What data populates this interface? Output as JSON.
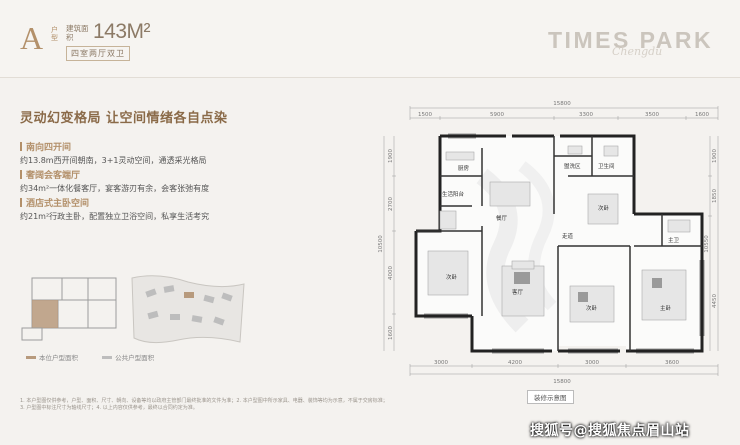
{
  "header": {
    "type_letter": "A",
    "type_sub": "户型",
    "area_label": "建筑面积",
    "area_value": "143M²",
    "layout": "四室两厅双卫",
    "brand": "TIMES PARK",
    "brand_script": "Chengdu"
  },
  "headline": "灵动幻变格局  让空间情绪各自点染",
  "features": [
    {
      "title": "南向四开间",
      "desc": "约13.8m西开间朝南，3+1灵动空间，通透采光格局"
    },
    {
      "title": "奢阔会客端厅",
      "desc": "约34m²一体化餐客厅，宴客游刃有余，会客张弛有度"
    },
    {
      "title": "酒店式主卧空间",
      "desc": "约21m²行政主卧，配置独立卫浴空间，私享生活考究"
    }
  ],
  "legend": {
    "a": "本位户型面积",
    "b": "公共户型面积",
    "colors": {
      "a": "#b79a7d",
      "b": "#bdbdbd"
    }
  },
  "footnote": "1. 本户型图仅供参考，户型、面积、尺寸、朝向、设备等均以政府主管部门最终批准的文件为准；2. 本户型图中所示家具、电器、装饰等均为示意，不属于交房标准；3. 户型图中标注尺寸为轴线尺寸；4. 以上内容仅供参考，最终以合同约定为准。",
  "plan": {
    "label": "装修示意图",
    "dims_top": {
      "total": "15800",
      "parts": [
        "1500",
        "5900",
        "3300",
        "3500",
        "1600"
      ]
    },
    "dims_bottom": {
      "total": "15800",
      "parts": [
        "3000",
        "4200",
        "3000",
        "3600"
      ]
    },
    "dims_left": {
      "parts": [
        "1900",
        "2700",
        "4000",
        "1600"
      ],
      "total": "10500"
    },
    "dims_right": {
      "parts": [
        "1900",
        "1850",
        "4450"
      ],
      "total": "10550"
    },
    "rooms": {
      "kitchen": "厨房",
      "balcony": "生活阳台",
      "dining": "餐厅",
      "wash": "盥洗区",
      "bath": "卫生间",
      "bedroom_a": "次卧",
      "bedroom_b": "次卧",
      "bedroom_c": "次卧",
      "living": "客厅",
      "corridor": "走道",
      "master_bath": "主卫",
      "master": "主卧"
    }
  },
  "watermark": "搜狐号@搜狐焦点眉山站"
}
